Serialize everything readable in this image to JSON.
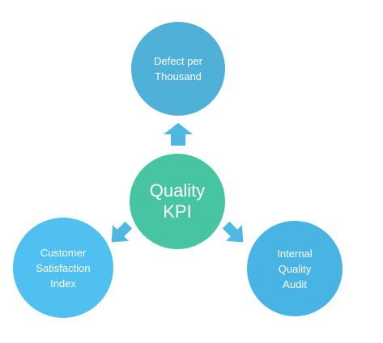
{
  "diagram": {
    "center": {
      "line1": "Quality",
      "line2": "KPI"
    },
    "nodes": {
      "top": {
        "label": "Defect per\nThousand"
      },
      "left": {
        "label": "Customer\nSatisfaction\nIndex"
      },
      "right": {
        "label": "Internal\nQuality\nAudit"
      }
    }
  },
  "colors": {
    "center": "#47c4a2",
    "top": "#4fb1d8",
    "left": "#4fc0ef",
    "right": "#47b4e3",
    "arrow": "#4fb8e0"
  }
}
